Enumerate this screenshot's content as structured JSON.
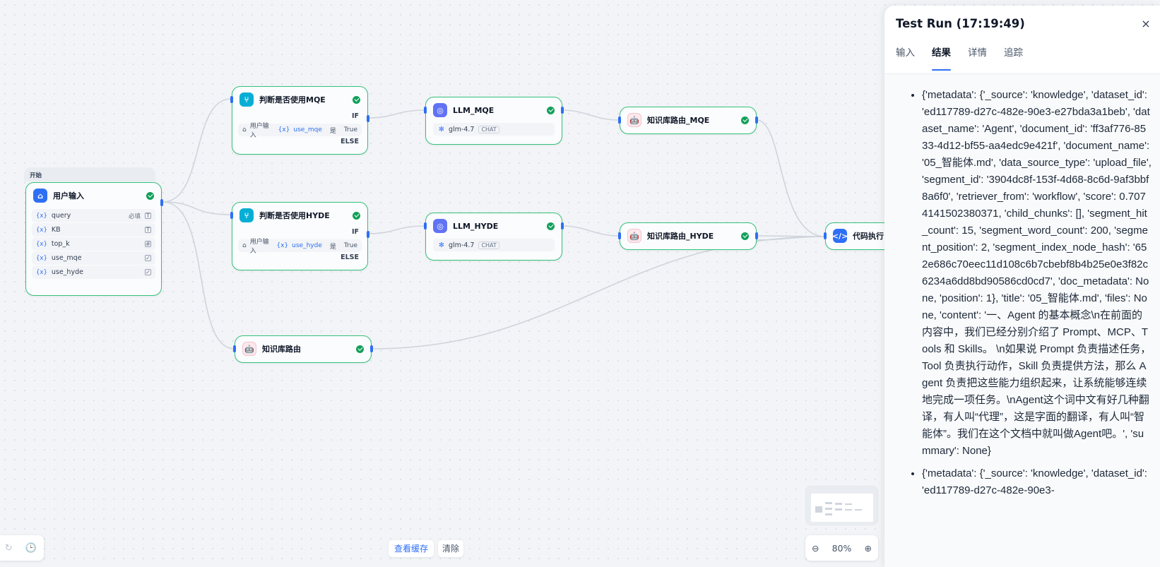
{
  "canvas": {
    "group_label": "开始",
    "start_node": {
      "title": "用户输入",
      "vars": [
        {
          "name": "query",
          "required": "必填",
          "type_icon": "text-icon"
        },
        {
          "name": "KB",
          "required": "",
          "type_icon": "text-icon"
        },
        {
          "name": "top_k",
          "required": "",
          "type_icon": "number-icon"
        },
        {
          "name": "use_mqe",
          "required": "",
          "type_icon": "checkbox-icon"
        },
        {
          "name": "use_hyde",
          "required": "",
          "type_icon": "checkbox-icon"
        }
      ]
    },
    "if_mqe": {
      "title": "判断是否使用MQE",
      "if": "IF",
      "else": "ELSE",
      "cond_src": "用户输入",
      "cond_var": "use_mqe",
      "cond_op": "是",
      "cond_val": "True"
    },
    "if_hyde": {
      "title": "判断是否使用HYDE",
      "if": "IF",
      "else": "ELSE",
      "cond_src": "用户输入",
      "cond_var": "use_hyde",
      "cond_op": "是",
      "cond_val": "True"
    },
    "llm_mqe": {
      "title": "LLM_MQE",
      "model": "glm-4.7",
      "mode": "CHAT"
    },
    "llm_hyde": {
      "title": "LLM_HYDE",
      "model": "glm-4.7",
      "mode": "CHAT"
    },
    "kb_mqe": {
      "title": "知识库路由_MQE"
    },
    "kb_hyde": {
      "title": "知识库路由_HYDE"
    },
    "kb_plain": {
      "title": "知识库路由"
    },
    "code": {
      "title": "代码执行"
    },
    "var_marker": "{x}",
    "cache_button": "查看缓存",
    "clear_button": "清除",
    "zoom_level": "80%",
    "accent_color": "#2e6ff5",
    "success_color": "#12a05b",
    "node_border_color": "#34c17b"
  },
  "panel": {
    "title": "Test Run (17:19:49)",
    "close": "×",
    "tabs": [
      "输入",
      "结果",
      "详情",
      "追踪"
    ],
    "active_tab": "结果",
    "results": [
      "{'metadata': {'_source': 'knowledge', 'dataset_id': 'ed117789-d27c-482e-90e3-e27bda3a1beb', 'dataset_name': 'Agent', 'document_id': 'ff3af776-8533-4d12-bf55-aa4edc9e421f', 'document_name': '05_智能体.md', 'data_source_type': 'upload_file', 'segment_id': '3904dc8f-153f-4d68-8c6d-9af3bbf8a6f0', 'retriever_from': 'workflow', 'score': 0.7074141502380371, 'child_chunks': [], 'segment_hit_count': 15, 'segment_word_count': 200, 'segment_position': 2, 'segment_index_node_hash': '652e686c70eec11d108c6b7cbebf8b4b25e0e3f82c6234a6dd8bd90586cd0cd7', 'doc_metadata': None, 'position': 1}, 'title': '05_智能体.md', 'files': None, 'content': '一、Agent 的基本概念\\n在前面的内容中，我们已经分别介绍了 Prompt、MCP、Tools 和 Skills。 \\n如果说 Prompt 负责描述任务，Tool 负责执行动作，Skill 负责提供方法，那么 Agent 负责把这些能力组织起来，让系统能够连续地完成一项任务。\\nAgent这个词中文有好几种翻译，有人叫“代理”，这是字面的翻译，有人叫“智能体”。我们在这个文档中就叫做Agent吧。', 'summary': None}",
      "{'metadata': {'_source': 'knowledge', 'dataset_id': 'ed117789-d27c-482e-90e3-"
    ]
  }
}
